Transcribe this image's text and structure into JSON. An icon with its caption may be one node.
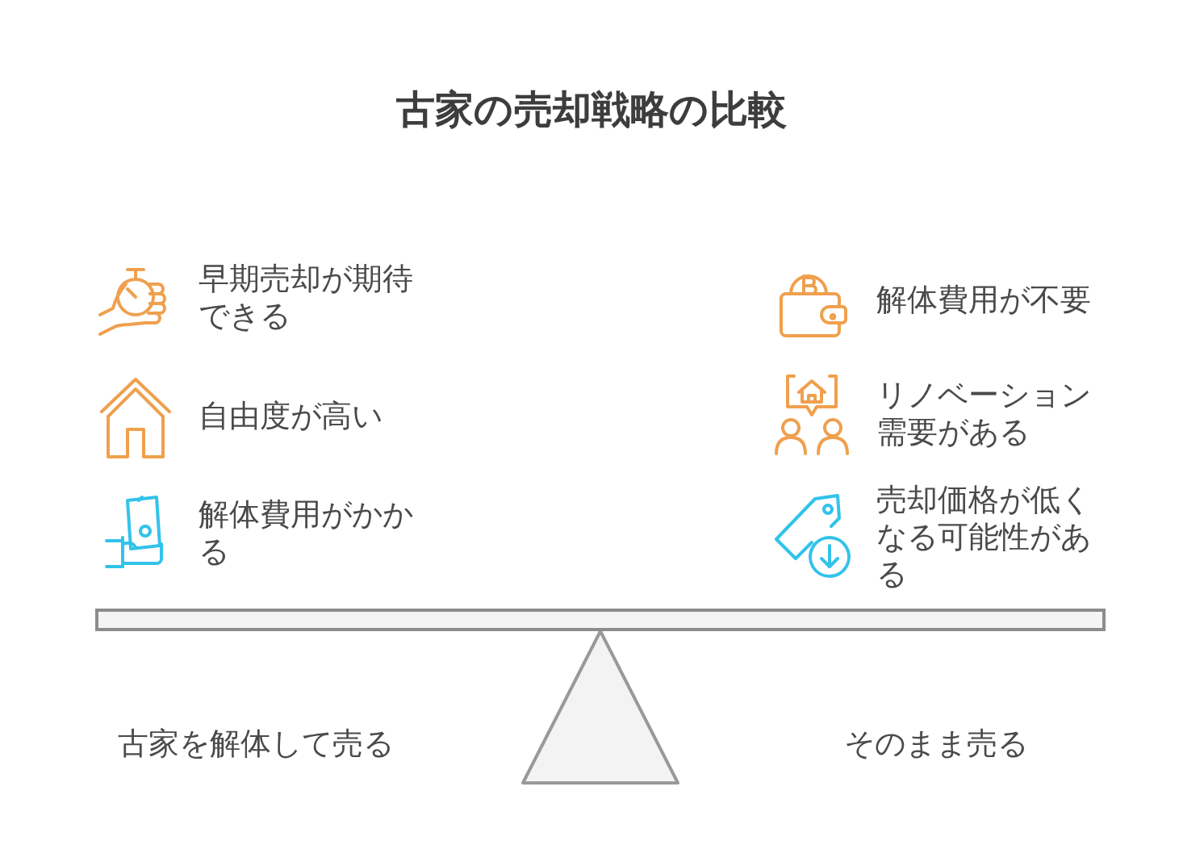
{
  "diagram": {
    "title": "古家の売却戦略の比較",
    "labels": [
      "早期売却が期待できる",
      "解体費用が不要",
      "自由度が高い",
      "リノベーション需要がある",
      "解体費用がかかる",
      "売却価格が低くなる可能性がある",
      "古家を解体して売る",
      "そのまま売る"
    ]
  }
}
